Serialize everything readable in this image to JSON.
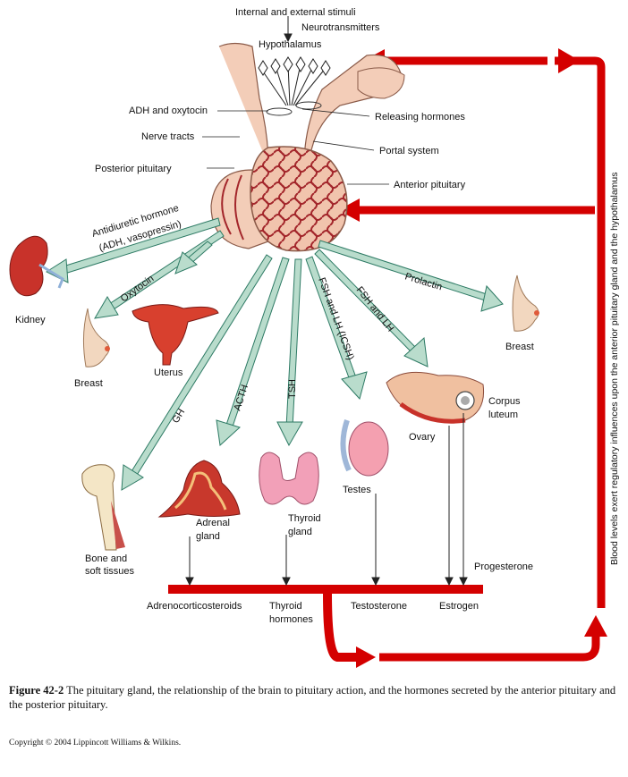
{
  "labels": {
    "stimuli": "Internal and external stimuli",
    "neurotransmitters": "Neurotransmitters",
    "hypothalamus": "Hypothalamus",
    "adh_oxytocin": "ADH and oxytocin",
    "releasing_hormones": "Releasing hormones",
    "nerve_tracts": "Nerve tracts",
    "portal_system": "Portal system",
    "posterior_pituitary": "Posterior pituitary",
    "anterior_pituitary": "Anterior pituitary",
    "kidney": "Kidney",
    "breast_left": "Breast",
    "uterus": "Uterus",
    "breast_right": "Breast",
    "bone_soft_tissues_1": "Bone and",
    "bone_soft_tissues_2": "soft tissues",
    "adrenal_gland_1": "Adrenal",
    "adrenal_gland_2": "gland",
    "thyroid_gland_1": "Thyroid",
    "thyroid_gland_2": "gland",
    "testes": "Testes",
    "ovary": "Ovary",
    "corpus_luteum_1": "Corpus",
    "corpus_luteum_2": "luteum",
    "progesterone": "Progesterone",
    "adrenocorticosteroids": "Adrenocorticosteroids",
    "thyroid_hormones_1": "Thyroid",
    "thyroid_hormones_2": "hormones",
    "testosterone": "Testosterone",
    "estrogen": "Estrogen",
    "feedback": "Blood levels exert regulatory influences upon the anterior pituitary gland and the hypothalamus"
  },
  "hormones": {
    "adh_1": "Antidiuretic hormone",
    "adh_2": "(ADH, vasopressin)",
    "oxytocin": "Oxytocin",
    "gh": "GH",
    "acth": "ACTH",
    "tsh": "TSH",
    "fsh_lh_icsh": "FSH and LH (ICSH)",
    "fsh_lh": "FSH and LH",
    "prolactin": "Prolactin"
  },
  "caption": {
    "label": "Figure 42-2",
    "text": "The pituitary gland, the relationship of the brain to pituitary action, and the hormones secreted by the anterior pituitary and the posterior pituitary."
  },
  "copyright": "Copyright © 2004 Lippincott Williams & Wilkins.",
  "colors": {
    "feedback_red": "#d40000",
    "hormone_arrow": "#b9dccc",
    "hormone_outline": "#2d7a64",
    "tissue_pink": "#f3cdb8",
    "vessel_red": "#a3262b"
  }
}
